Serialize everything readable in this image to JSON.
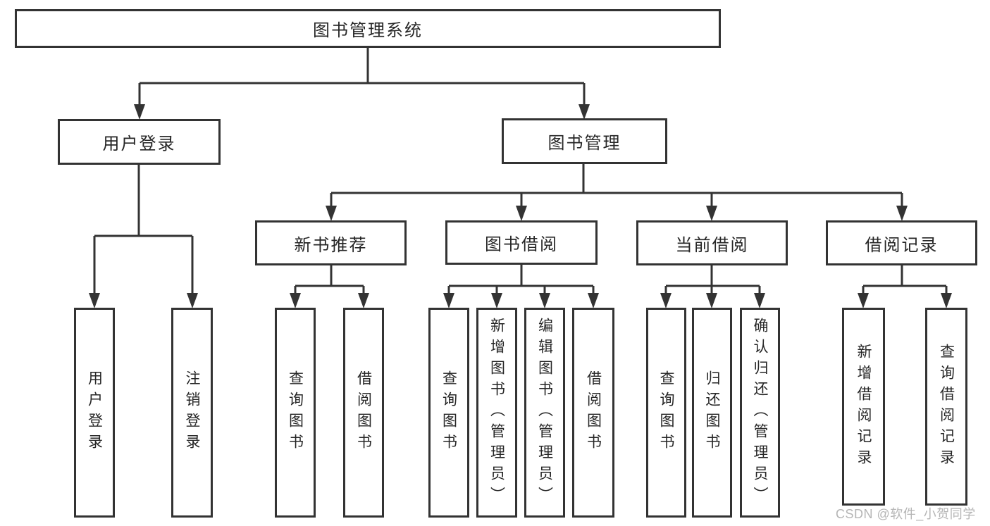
{
  "nodes": {
    "root": {
      "label": "图书管理系统"
    },
    "l2": [
      {
        "label": "用户登录"
      },
      {
        "label": "图书管理"
      }
    ],
    "l3": [
      {
        "label": "新书推荐"
      },
      {
        "label": "图书借阅"
      },
      {
        "label": "当前借阅"
      },
      {
        "label": "借阅记录"
      }
    ],
    "leaves": [
      {
        "label": "用户登录"
      },
      {
        "label": "注销登录"
      },
      {
        "label": "查询图书"
      },
      {
        "label": "借阅图书"
      },
      {
        "label": "查询图书"
      },
      {
        "label": "新增图书（管理员）"
      },
      {
        "label": "编辑图书（管理员）"
      },
      {
        "label": "借阅图书"
      },
      {
        "label": "查询图书"
      },
      {
        "label": "归还图书"
      },
      {
        "label": "确认归还（管理员）"
      },
      {
        "label": "新增借阅记录"
      },
      {
        "label": "查询借阅记录"
      }
    ]
  },
  "watermark": {
    "text": "CSDN @软件_小贺同学"
  },
  "colors": {
    "line": "#333333",
    "text": "#262626",
    "watermark": "#b5b5b5",
    "background": "#ffffff"
  }
}
